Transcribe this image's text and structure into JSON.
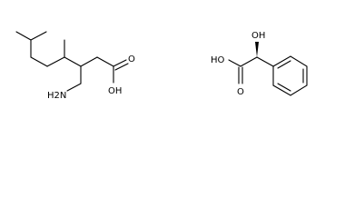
{
  "structures": [
    {
      "labels": {
        "amine": "H2N",
        "acid_oh": "OH",
        "acid_o": "O"
      }
    },
    {
      "labels": {
        "alpha_oh": "OH",
        "acid_ho": "HO",
        "acid_o": "O"
      }
    }
  ],
  "colors": {
    "bond": "#000000",
    "background": "#ffffff"
  }
}
